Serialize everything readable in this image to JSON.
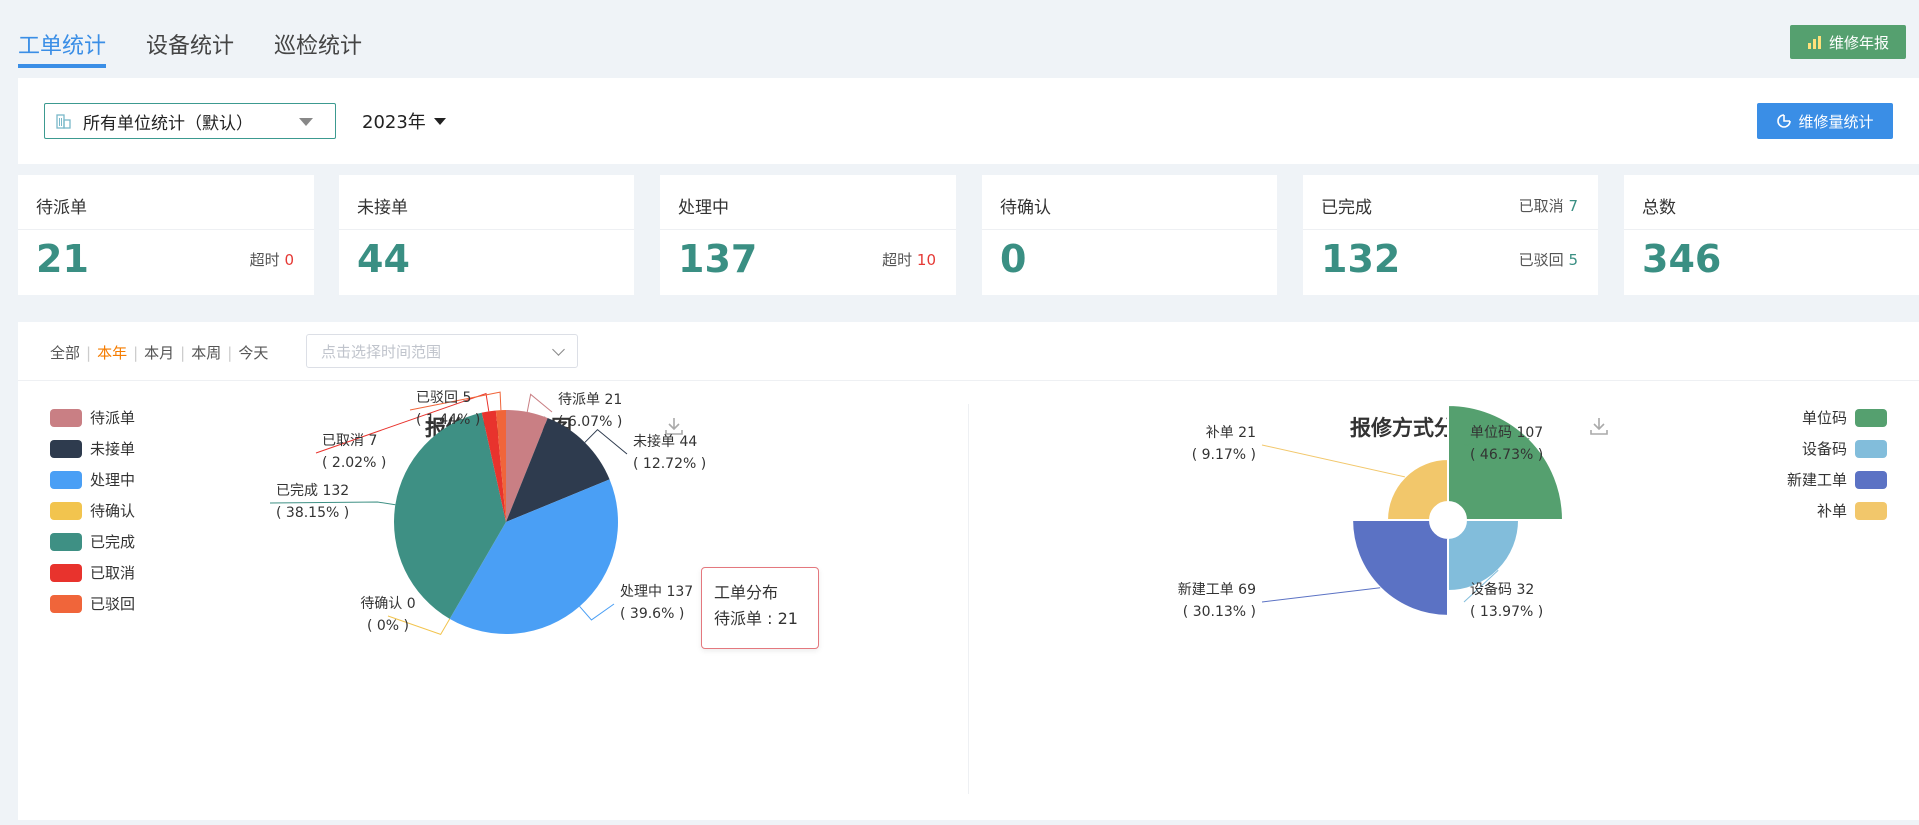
{
  "tabs": [
    {
      "label": "工单统计",
      "active": true
    },
    {
      "label": "设备统计",
      "active": false
    },
    {
      "label": "巡检统计",
      "active": false
    }
  ],
  "annual_button": "维修年报",
  "filter": {
    "unit": "所有单位统计（默认）",
    "year": "2023年",
    "stat_button": "维修量统计"
  },
  "cards": [
    {
      "label": "待派单",
      "value": "21",
      "bottom_label": "超时",
      "bottom_value": "0"
    },
    {
      "label": "未接单",
      "value": "44"
    },
    {
      "label": "处理中",
      "value": "137",
      "bottom_label": "超时",
      "bottom_value": "10"
    },
    {
      "label": "待确认",
      "value": "0"
    },
    {
      "label": "已完成",
      "value": "132",
      "top_label": "已取消",
      "top_value": "7",
      "bottom_label": "已驳回",
      "bottom_value": "5"
    },
    {
      "label": "总数",
      "value": "346"
    }
  ],
  "range_options": [
    "全部",
    "本年",
    "本月",
    "本周",
    "今天"
  ],
  "range_active": "本年",
  "date_placeholder": "点击选择时间范围",
  "colors": {
    "accent": "#3a8ee6",
    "teal": "#3a8f83",
    "alert": "#e53935"
  },
  "chart_data": [
    {
      "type": "pie",
      "title": "报修分析统计图",
      "legend_position": "left",
      "slices": [
        {
          "name": "待派单",
          "value": 21,
          "label": "待派单 21",
          "pct": "( 6.07% )",
          "color": "#c97f84"
        },
        {
          "name": "未接单",
          "value": 44,
          "label": "未接单 44",
          "pct": "( 12.72% )",
          "color": "#2e3b4e"
        },
        {
          "name": "处理中",
          "value": 137,
          "label": "处理中 137",
          "pct": "( 39.6% )",
          "color": "#4a9ff5"
        },
        {
          "name": "待确认",
          "value": 0,
          "label": "待确认 0",
          "pct": "( 0% )",
          "color": "#f2c44e"
        },
        {
          "name": "已完成",
          "value": 132,
          "label": "已完成 132",
          "pct": "( 38.15% )",
          "color": "#3e9084"
        },
        {
          "name": "已取消",
          "value": 7,
          "label": "已取消 7",
          "pct": "( 2.02% )",
          "color": "#e8332d"
        },
        {
          "name": "已驳回",
          "value": 5,
          "label": "已驳回 5",
          "pct": "( 1.44% )",
          "color": "#f0653a"
        }
      ],
      "tooltip": {
        "title": "工单分布",
        "text": "待派单 : 21"
      }
    },
    {
      "type": "pie",
      "title": "报修方式分析图",
      "legend_position": "right",
      "slices": [
        {
          "name": "单位码",
          "value": 107,
          "label": "单位码 107",
          "pct": "( 46.73% )",
          "color": "#55a06f"
        },
        {
          "name": "设备码",
          "value": 32,
          "label": "设备码 32",
          "pct": "( 13.97% )",
          "color": "#82bddb"
        },
        {
          "name": "新建工单",
          "value": 69,
          "label": "新建工单 69",
          "pct": "( 30.13% )",
          "color": "#5b72c4"
        },
        {
          "name": "补单",
          "value": 21,
          "label": "补单 21",
          "pct": "( 9.17% )",
          "color": "#f2c76b"
        }
      ]
    }
  ]
}
